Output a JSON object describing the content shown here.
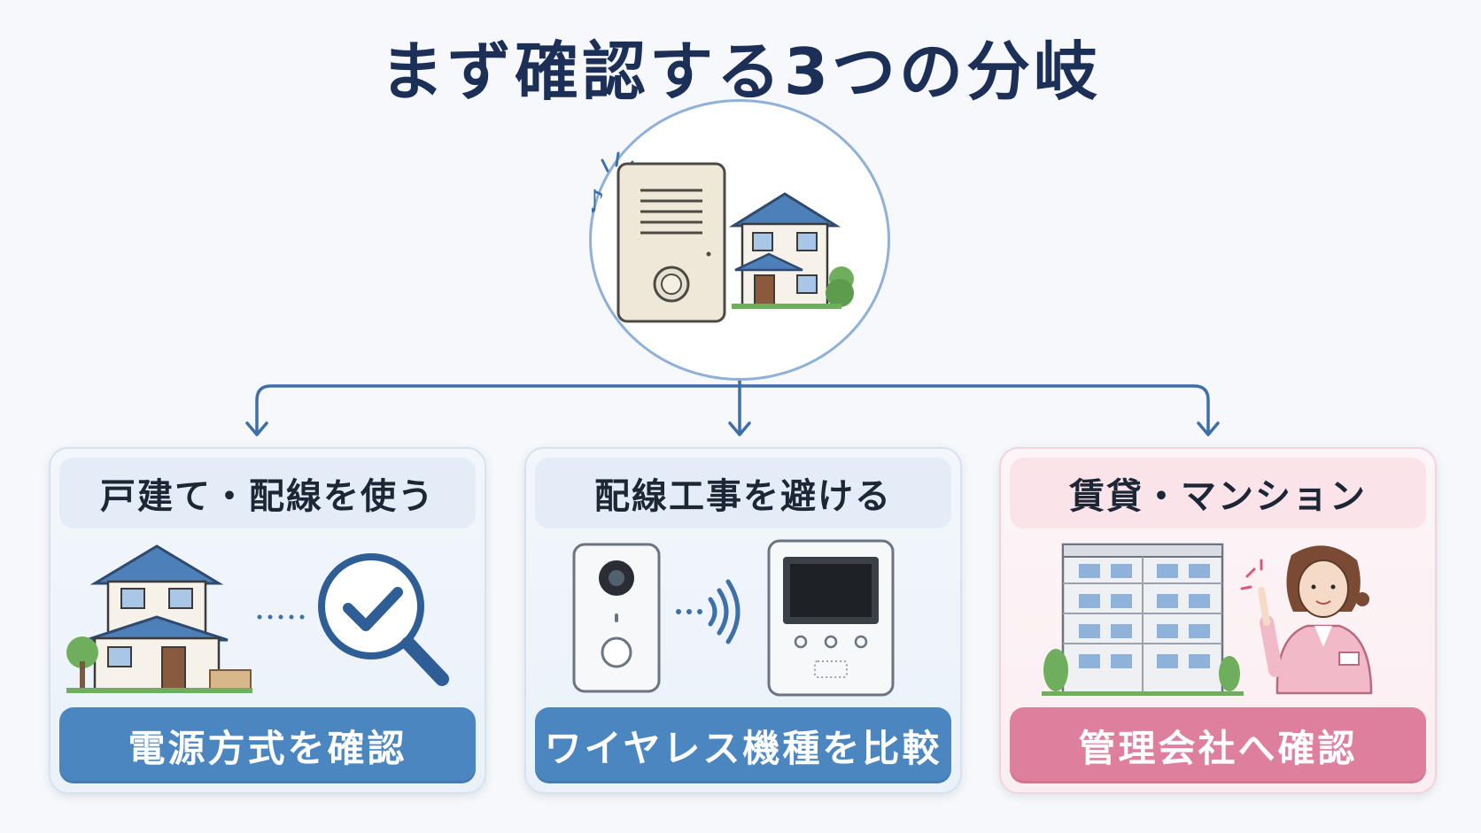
{
  "title": "まず確認する3つの分岐",
  "hero": {
    "icons": [
      "intercom-unit-icon",
      "house-icon",
      "music-note-icon"
    ]
  },
  "branches": [
    {
      "heading": "戸建て・配線を使う",
      "action": "電源方式を確認",
      "icons": [
        "house-icon",
        "magnifier-check-icon"
      ],
      "accent": "#4c86c1"
    },
    {
      "heading": "配線工事を避ける",
      "action": "ワイヤレス機種を比較",
      "icons": [
        "video-doorbell-icon",
        "wireless-signal-icon",
        "monitor-unit-icon"
      ],
      "accent": "#4c86c1"
    },
    {
      "heading": "賃貸・マンション",
      "action": "管理会社へ確認",
      "icons": [
        "apartment-building-icon",
        "staff-woman-icon"
      ],
      "accent": "#df7f9e"
    }
  ],
  "colors": {
    "title": "#1b2f57",
    "connector": "#3f6fa8",
    "blue_button": "#4c86c1",
    "pink_button": "#df7f9e"
  }
}
